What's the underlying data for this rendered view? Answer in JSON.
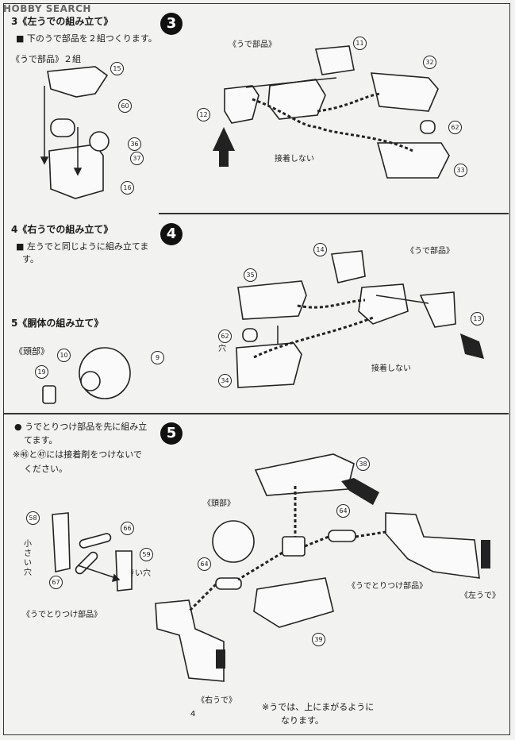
{
  "watermark": "HOBBY SEARCH",
  "step3": {
    "number": "3",
    "title": "3《左うでの組み立て》",
    "instruction": "■ 下のうで部品を２組つくります。",
    "group_label": "《うで部品》２組",
    "parts_left": [
      "15",
      "60",
      "36",
      "37",
      "16"
    ],
    "parts_right": [
      "11",
      "32",
      "12",
      "62",
      "33"
    ],
    "assembly_label": "《うで部品》",
    "no_glue": "接着しない"
  },
  "step4": {
    "number": "4",
    "title": "4《右うでの組み立て》",
    "instruction_1": "■ 左うでと同じように組み立てま",
    "instruction_2": "す。",
    "parts": [
      "14",
      "35",
      "62",
      "34",
      "13"
    ],
    "assembly_label": "《うで部品》",
    "no_glue": "接着しない",
    "hole_label": "穴"
  },
  "step_body": {
    "title": "5《胴体の組み立て》",
    "head_label": "《頭部》",
    "parts": [
      "10",
      "9",
      "19"
    ]
  },
  "step5": {
    "number": "5",
    "note_1": "● うでとりつけ部品を先に組み立",
    "note_2": "てます。",
    "note_3": "※㊻と㊼には接着剤をつけないで",
    "note_4": "ください。",
    "small_hole": "小さい穴",
    "big_hole": "大きい穴",
    "arm_mount_left": "《うでとりつけ部品》",
    "arm_mount_center": "《うでとりつけ部品》",
    "head_label": "《頭部》",
    "left_arm": "《左うで》",
    "right_arm": "《右うで》",
    "parts_mount": [
      "58",
      "66",
      "59",
      "67"
    ],
    "parts_main": [
      "38",
      "64",
      "64",
      "39"
    ],
    "bottom_note_1": "※うでは、上にまがるように",
    "bottom_note_2": "なります。"
  },
  "page_number": "4"
}
